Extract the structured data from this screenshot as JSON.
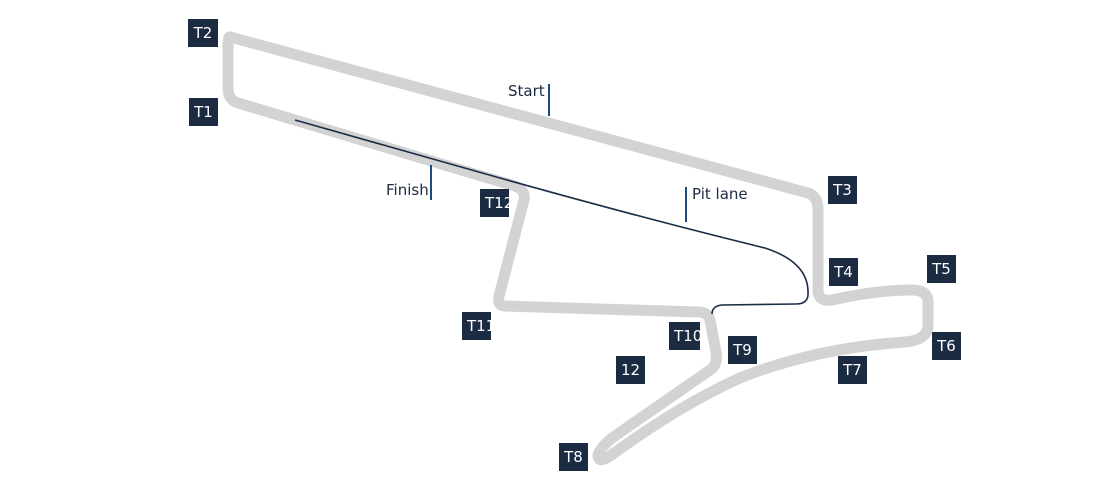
{
  "map": {
    "colors": {
      "track": "#d3d3d3",
      "pit_lane": "#1b2d45",
      "label_background": "#1b2b42",
      "label_text": "#ffffff",
      "marker": "#1c4a7a"
    },
    "annotations": {
      "start": "Start",
      "finish": "Finish",
      "pit_lane": "Pit lane"
    },
    "turns": [
      {
        "key": "t1",
        "label": "T1"
      },
      {
        "key": "t2",
        "label": "T2"
      },
      {
        "key": "t3",
        "label": "T3"
      },
      {
        "key": "t4",
        "label": "T4"
      },
      {
        "key": "t5",
        "label": "T5"
      },
      {
        "key": "t6",
        "label": "T6"
      },
      {
        "key": "t7",
        "label": "T7"
      },
      {
        "key": "t8",
        "label": "T8"
      },
      {
        "key": "t9",
        "label": "T9"
      },
      {
        "key": "t10",
        "label": "T10"
      },
      {
        "key": "t11",
        "label": "T11"
      },
      {
        "key": "t12",
        "label": "T12"
      },
      {
        "key": "unlabeled-12",
        "label": "12"
      }
    ]
  }
}
